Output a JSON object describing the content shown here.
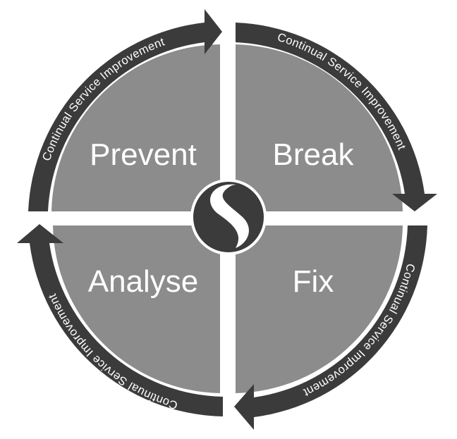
{
  "diagram": {
    "quadrants": [
      {
        "id": "prevent",
        "label": "Prevent"
      },
      {
        "id": "break",
        "label": "Break"
      },
      {
        "id": "fix",
        "label": "Fix"
      },
      {
        "id": "analyse",
        "label": "Analyse"
      }
    ],
    "ring_labels": [
      "Continual Service Improvement",
      "Continual Service Improvement",
      "Continual Service Improvement",
      "Continual Service Improvement"
    ],
    "center_logo_letter": "S",
    "colors": {
      "quadrant_fill": "#8c8c8c",
      "ring_band": "#3b3b3b",
      "center_disc": "#3b3b3b",
      "text": "#ffffff",
      "background": "#ffffff"
    }
  }
}
